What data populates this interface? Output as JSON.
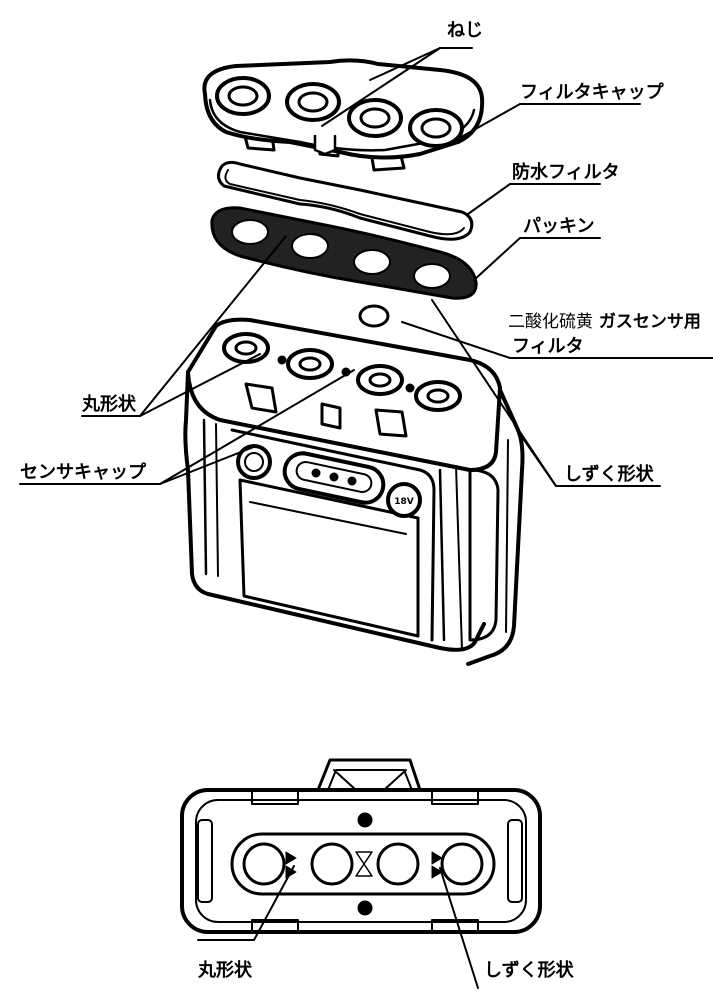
{
  "labels": {
    "screw": "ねじ",
    "filter_cap": "フィルタキャップ",
    "waterproof_filter": "防水フィルタ",
    "packing": "パッキン",
    "so2_prefix": "二酸化硫黄",
    "so2_suffix": "ガスセンサ用",
    "so2_filter": "フィルタ",
    "round_shape": "丸形状",
    "sensor_cap": "センサキャップ",
    "drop_shape": "しずく形状",
    "bottom_round_shape": "丸形状",
    "bottom_drop_shape": "しずく形状"
  },
  "device_badges": {
    "left": "",
    "right": "18V"
  }
}
